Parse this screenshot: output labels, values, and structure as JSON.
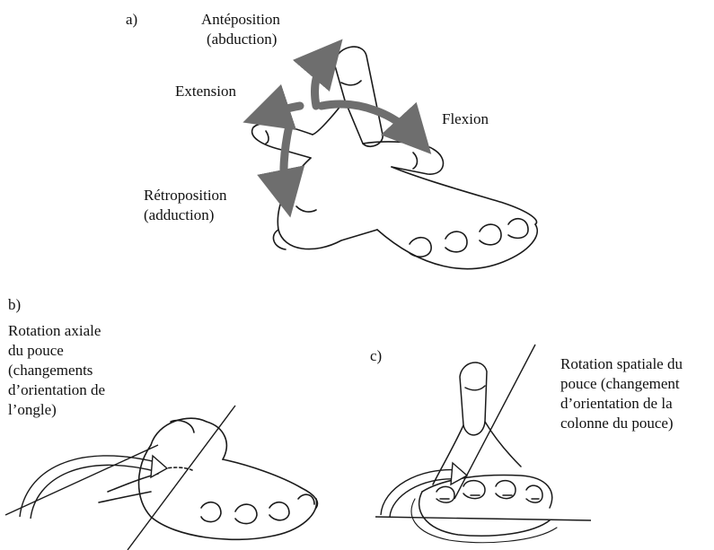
{
  "panel_a": {
    "letter": "a)",
    "anteposition": [
      "Antéposition",
      "(abduction)"
    ],
    "extension": "Extension",
    "flexion": "Flexion",
    "retroposition": [
      "Rétroposition",
      "(adduction)"
    ]
  },
  "panel_b": {
    "letter": "b)",
    "caption": [
      "Rotation axiale",
      "du pouce",
      "(changements",
      "d’orientation de",
      "l’ongle)"
    ]
  },
  "panel_c": {
    "letter": "c)",
    "caption": [
      "Rotation spatiale du",
      "pouce (changement",
      "d’orientation de la",
      "colonne du pouce)"
    ]
  },
  "colors": {
    "arrow_grey": "#6e6e6e",
    "ink": "#1a1a1a"
  }
}
